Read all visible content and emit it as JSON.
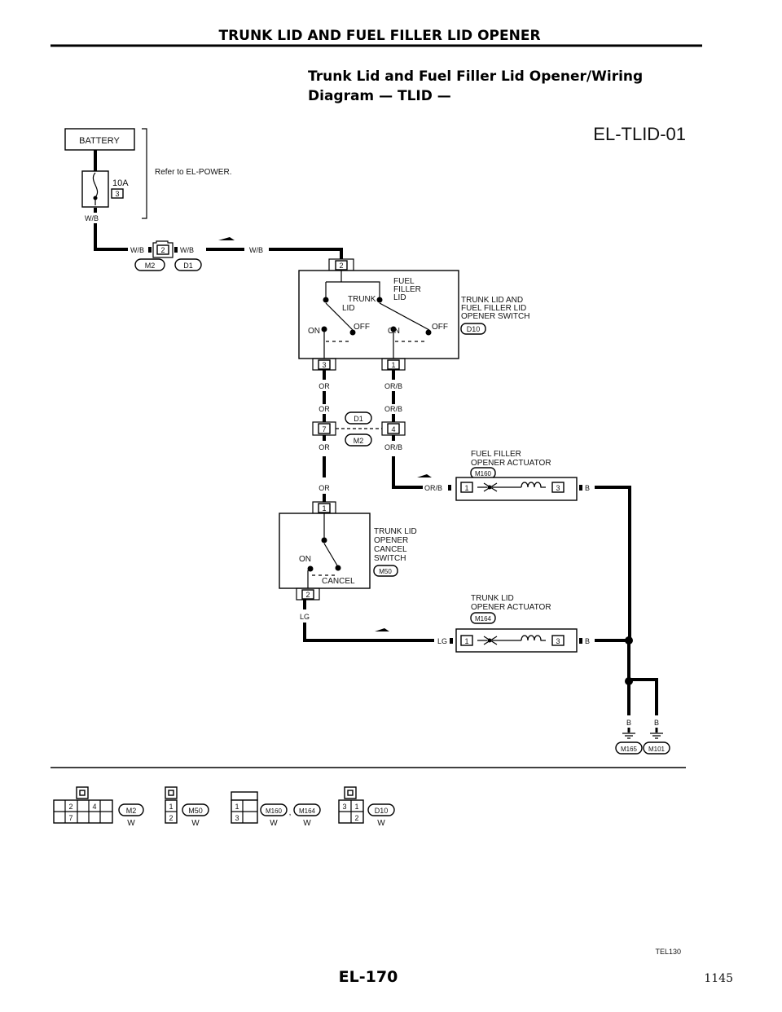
{
  "header": {
    "title": "TRUNK LID AND FUEL FILLER LID OPENER",
    "subtitle_line1": "Trunk Lid and Fuel Filler Lid Opener/Wiring",
    "subtitle_line2": "Diagram — TLID —",
    "diagram_code": "EL-TLID-01"
  },
  "power": {
    "battery_label": "BATTERY",
    "fuse_rating": "10A",
    "fuse_number": "3",
    "refer_note": "Refer to EL-POWER.",
    "wire_wb": "W/B"
  },
  "harness": {
    "joint_pin": "2",
    "joint_conn_left": "M2",
    "joint_conn_right": "D1",
    "wire_wb": "W/B"
  },
  "opener_switch": {
    "pin_top": "2",
    "label_fuel": "FUEL",
    "label_filler": "FILLER",
    "label_lid": "LID",
    "label_trunk": "TRUNK",
    "label_trunk_lid": "LID",
    "on_left": "ON",
    "off_left": "OFF",
    "on_right": "ON",
    "off_right": "OFF",
    "name_line1": "TRUNK LID AND",
    "name_line2": "FUEL FILLER LID",
    "name_line3": "OPENER SWITCH",
    "connector": "D10",
    "pin_left": "3",
    "pin_right": "1"
  },
  "wires": {
    "or": "OR",
    "orb": "OR/B",
    "lg": "LG",
    "b": "B"
  },
  "joint2": {
    "pin_left": "7",
    "pin_right": "4",
    "conn_top": "D1",
    "conn_bottom": "M2"
  },
  "fuel_actuator": {
    "name_line1": "FUEL FILLER",
    "name_line2": "OPENER ACTUATOR",
    "connector": "M160",
    "pin_left": "1",
    "pin_right": "3"
  },
  "cancel_switch": {
    "pin_top": "1",
    "on": "ON",
    "cancel": "CANCEL",
    "name_line1": "TRUNK LID",
    "name_line2": "OPENER",
    "name_line3": "CANCEL",
    "name_line4": "SWITCH",
    "connector": "M50",
    "pin_bottom": "2"
  },
  "trunk_actuator": {
    "name_line1": "TRUNK LID",
    "name_line2": "OPENER ACTUATOR",
    "connector": "M164",
    "pin_left": "1",
    "pin_right": "3"
  },
  "grounds": {
    "left_label": "M165",
    "right_label": "M101"
  },
  "connectors_legend": {
    "c1_pins_top": [
      "2",
      "4"
    ],
    "c1_pins_bottom": [
      "7"
    ],
    "c1_name": "M2",
    "c1_color": "W",
    "c2_pins": [
      "1",
      "2"
    ],
    "c2_name": "M50",
    "c2_color": "W",
    "c3_pins": [
      "1",
      "3"
    ],
    "c3_name_a": "M160",
    "c3_sep": ",",
    "c3_name_b": "M164",
    "c3_color_a": "W",
    "c3_color_b": "W",
    "c4_pins_top": [
      "3",
      "1"
    ],
    "c4_pins_bottom": [
      "2"
    ],
    "c4_name": "D10",
    "c4_color": "W"
  },
  "footer": {
    "figure_code": "TEL130",
    "page_code": "EL-170",
    "page_number": "1145"
  }
}
